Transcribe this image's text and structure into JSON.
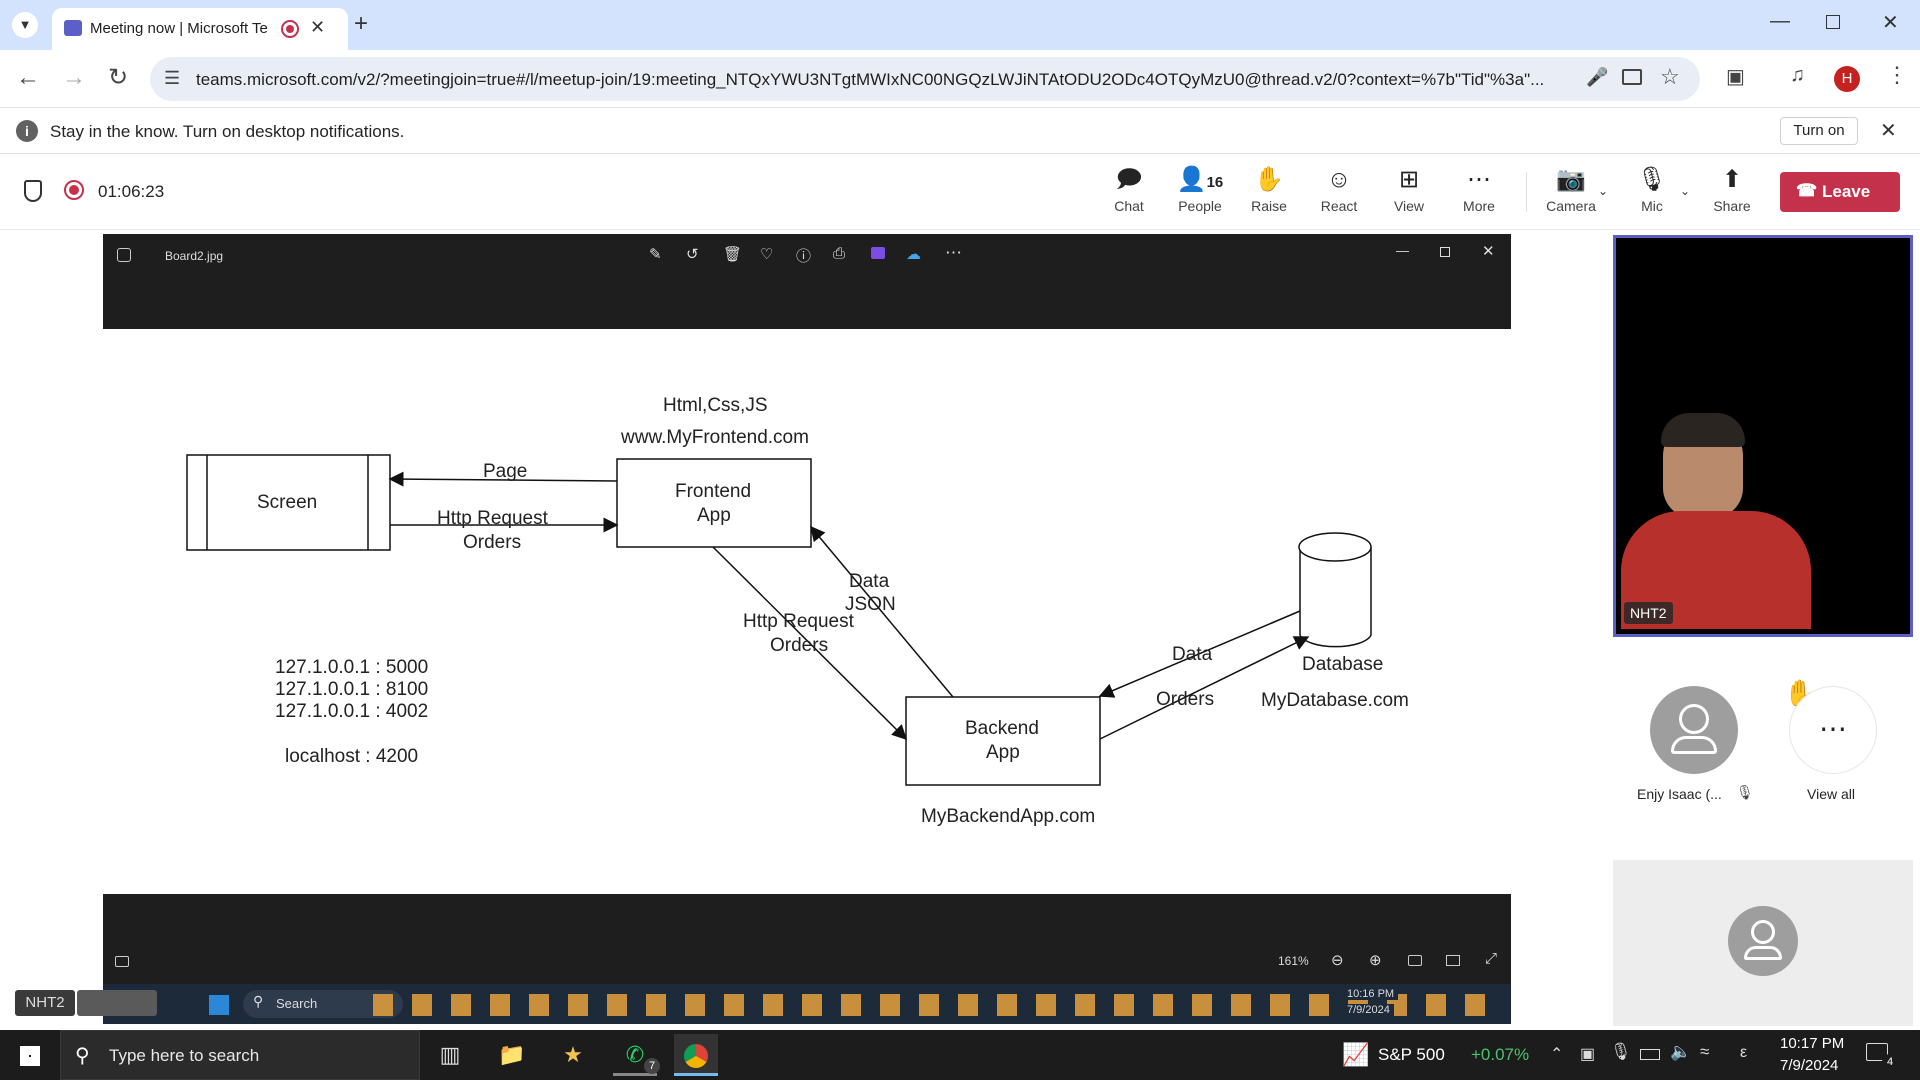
{
  "browser": {
    "tab_title": "Meeting now | Microsoft Te",
    "url": "teams.microsoft.com/v2/?meetingjoin=true#/l/meetup-join/19:meeting_NTQxYWU3NTgtMWIxNC00NGQzLWJiNTAtODU2ODc4OTQyMzU0@thread.v2/0?context=%7b\"Tid\"%3a\"...",
    "profile_initial": "H"
  },
  "notification": {
    "text": "Stay in the know. Turn on desktop notifications.",
    "turn_on": "Turn on"
  },
  "meeting": {
    "timer": "01:06:23",
    "chat": "Chat",
    "people": "People",
    "people_count": "16",
    "raise": "Raise",
    "react": "React",
    "view": "View",
    "more": "More",
    "camera": "Camera",
    "mic": "Mic",
    "share": "Share",
    "leave": "Leave"
  },
  "viewer": {
    "filename": "Board2.jpg",
    "zoom": "161%"
  },
  "diagram": {
    "screen": "Screen",
    "page": "Page",
    "http_request_1": "Http Request",
    "orders_1": "Orders",
    "html_css_js": "Html,Css,JS",
    "frontend_url": "www.MyFrontend.com",
    "frontend_line1": "Frontend",
    "frontend_line2": "App",
    "data_1": "Data",
    "json": "JSON",
    "http_request_2": "Http Request",
    "orders_2": "Orders",
    "backend_line1": "Backend",
    "backend_line2": "App",
    "backend_url": "MyBackendApp.com",
    "data_2": "Data",
    "orders_3": "Orders",
    "database": "Database",
    "database_url": "MyDatabase.com",
    "ip1": "127.1.0.0.1 : 5000",
    "ip2": "127.1.0.0.1 : 8100",
    "ip3": "127.1.0.0.1 : 4002",
    "localhost": "localhost : 4200"
  },
  "participants": {
    "video_name": "NHT2",
    "p1_name": "Enjy Isaac (...",
    "view_all": "View all"
  },
  "remote_taskbar": {
    "label": "NHT2",
    "search": "Search",
    "time": "10:16 PM",
    "date": "7/9/2024"
  },
  "taskbar": {
    "search_placeholder": "Type here to search",
    "stock": "S&P 500",
    "stock_change": "+0.07%",
    "time": "10:17 PM",
    "date": "7/9/2024",
    "whatsapp_badge": "7",
    "notif_badge": "4"
  },
  "colors": {
    "leave": "#c4314b",
    "accent": "#5b5fc7",
    "stock_up": "#4cc26a"
  }
}
